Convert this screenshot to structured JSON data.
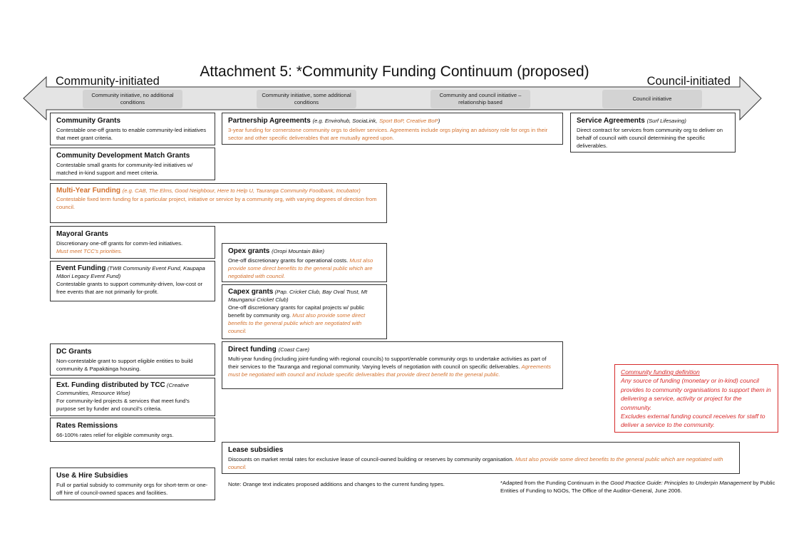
{
  "title": "Attachment 5: *Community Funding Continuum (proposed)",
  "left_label": "Community-initiated",
  "right_label": "Council-initiated",
  "colors": {
    "orange": "#d3722f",
    "red": "#d62a2a",
    "arrow_fill": "#e4e4e4",
    "stage_fill": "#d3d3d3"
  },
  "stages": [
    "Community initiative, no additional conditions",
    "Community initiative, some additional conditions",
    "Community and council initiative – relationship based",
    "Council initiative"
  ],
  "boxes": {
    "community_grants": {
      "title": "Community Grants",
      "text": "Contestable one-off grants to enable community-led initiatives that meet grant criteria."
    },
    "cdm_grants": {
      "title": "Community Development Match Grants",
      "text": "Contestable small grants for community-led initiatives w/ matched in-kind support and meet criteria."
    },
    "multi_year": {
      "title": "Multi-Year Funding",
      "examples": "(e.g. CAB, The Elms, Good Neighbour, Here to Help U, Tauranga Community Foodbank, Incubator)",
      "text": "Contestable fixed term funding for a particular project, initiative or service by a community org, with varying degrees of direction from council."
    },
    "mayoral": {
      "title": "Mayoral Grants",
      "text": "Discretionary one-off grants for comm-led initiatives.",
      "extra": "Must meet TCC's priorities."
    },
    "event": {
      "title": "Event Funding",
      "examples": "(TWB Community Event Fund, Kaupapa Māori Legacy Event Fund)",
      "text": "Contestable grants to support community-driven, low-cost or free events that are not primarily for-profit."
    },
    "dc_grants": {
      "title": "DC Grants",
      "text": "Non-contestable grant to support eligible entities to build community & Papakāinga housing."
    },
    "ext_funding": {
      "title": "Ext. Funding distributed by TCC",
      "examples": "(Creative Communities, Resource Wise)",
      "text": "For community-led projects & services that meet fund's purpose set by funder and council's criteria."
    },
    "rates": {
      "title": "Rates Remissions",
      "text": "66-100% rates relief for eligible community orgs."
    },
    "use_hire": {
      "title": "Use & Hire Subsidies",
      "text": "Full or partial subsidy to community orgs for short-term or one-off hire of council-owned spaces and facilities."
    },
    "partnership": {
      "title": "Partnership Agreements",
      "examples_black": "(e.g. Envirohub, SociaLink,",
      "examples_orange": "Sport BoP, Creative BoP",
      "examples_close": ")",
      "text": "3-year funding for cornerstone community orgs to deliver services. Agreements include orgs playing an advisory role for orgs in their sector and other specific deliverables that are mutually agreed upon."
    },
    "service": {
      "title": "Service Agreements",
      "examples": "(Surf Lifesaving)",
      "text": "Direct contract for services from community org to deliver on behalf of council with council determining the specific deliverables."
    },
    "opex": {
      "title": "Opex grants",
      "examples": "(Oropi Mountain Bike)",
      "text": "One-off discretionary grants for operational costs.",
      "extra": "Must also provide some direct benefits to the general public which are negotiated with council."
    },
    "capex": {
      "title": "Capex grants",
      "examples": "(Pap. Cricket Club, Bay Oval Trust, Mt Maunganui Cricket Club)",
      "text": "One-off discretionary grants for capital projects w/ public benefit by community org.",
      "extra": "Must also provide some direct benefits to the general public which are negotiated with council."
    },
    "direct": {
      "title": "Direct funding",
      "examples": "(Coast Care)",
      "text": "Multi-year funding (including joint-funding with regional councils) to support/enable community orgs to undertake activities as part of their services to the Tauranga and regional community. Varying levels of negotiation with council on specific deliverables.",
      "extra": "Agreements must be negotiated with council and include specific deliverables that provide direct benefit to the general public."
    },
    "lease": {
      "title": "Lease subsidies",
      "text": "Discounts on market rental rates for exclusive lease of council-owned building or reserves by community organisation.",
      "extra": "Must also provide some direct benefits to the general public which are negotiated with council."
    }
  },
  "definition": {
    "heading": "Community funding definition",
    "text": "Any source of funding (monetary or in-kind) council provides to community organisations to support them in delivering a service, activity or project for the community.",
    "text2": "Excludes external funding council receives for staff to deliver a service to the community."
  },
  "note": "Note: Orange text indicates proposed additions and changes to the current funding types.",
  "footnote": {
    "prefix": "*Adapted from the Funding Continuum in the",
    "italic": "Good Practice Guide: Principles to Underpin Management",
    "suffix": "by Public Entities of Funding to NGOs, The Office of the Auditor-General, June 2006."
  }
}
